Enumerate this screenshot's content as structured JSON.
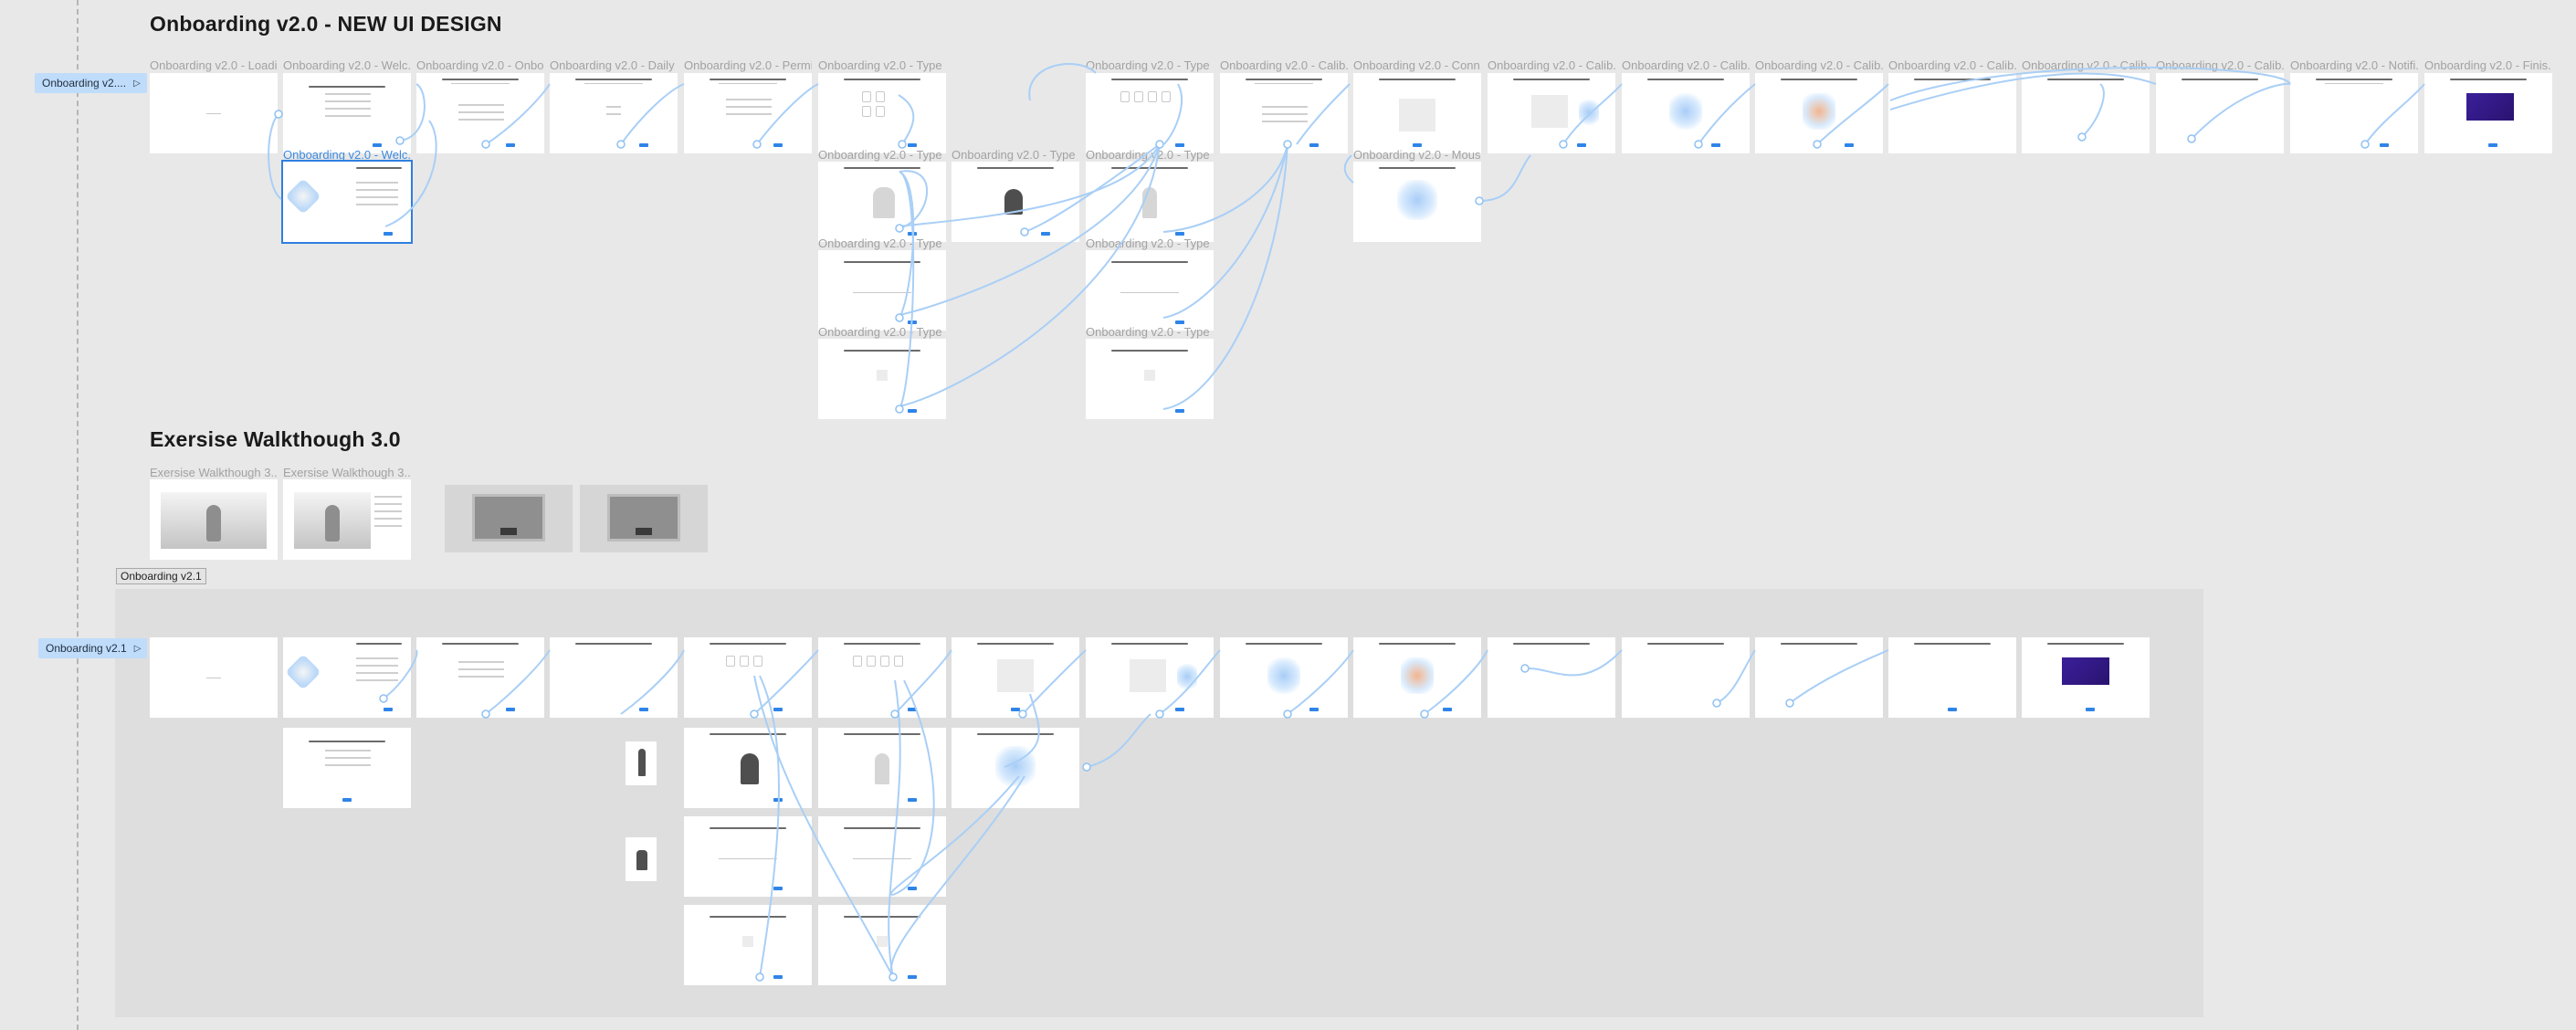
{
  "canvas": {
    "sections": {
      "onboarding_v2": "Onboarding v2.0 - NEW UI DESIGN",
      "walkthrough": "Exersise Walkthough 3.0"
    },
    "flow_tags": {
      "v20": "Onboarding v2....",
      "v21": "Onboarding v2.1"
    },
    "group_tag": "Onboarding v2.1",
    "frame_labels_row1": [
      "Onboarding v2.0 - Loadi...",
      "Onboarding v2.0 - Welc...",
      "Onboarding v2.0 - Onbo...",
      "Onboarding v2.0 - Daily ...",
      "Onboarding v2.0 - Permi...",
      "Onboarding v2.0 - Type ...",
      "Onboarding v2.0 - Type ...",
      "Onboarding v2.0 - Calib...",
      "Onboarding v2.0 - Conn...",
      "Onboarding v2.0 - Calib...",
      "Onboarding v2.0 - Calib...",
      "Onboarding v2.0 - Calib...",
      "Onboarding v2.0 - Calib...",
      "Onboarding v2.0 - Calib...",
      "Onboarding v2.0 - Calib...",
      "Onboarding v2.0 - Notifi...",
      "Onboarding v2.0 - Finis..."
    ],
    "frame_label_selected": "Onboarding v2.0 - Welc...",
    "frame_labels_type": [
      "Onboarding v2.0 - Type ...",
      "Onboarding v2.0 - Type ...",
      "Onboarding v2.0 - Type ...",
      "Onboarding v2.0 - Type ...",
      "Onboarding v2.0 - Type ...",
      "Onboarding v2.0 - Type ...",
      "Onboarding v2.0 - Type ..."
    ],
    "frame_label_mouse": "Onboarding v2.0 - Mous...",
    "walkthrough_labels": [
      "Exersise Walkthough 3....",
      "Exersise Walkthough 3...."
    ],
    "accent": "#2f84e8",
    "wire_color": "#a9cff6"
  }
}
